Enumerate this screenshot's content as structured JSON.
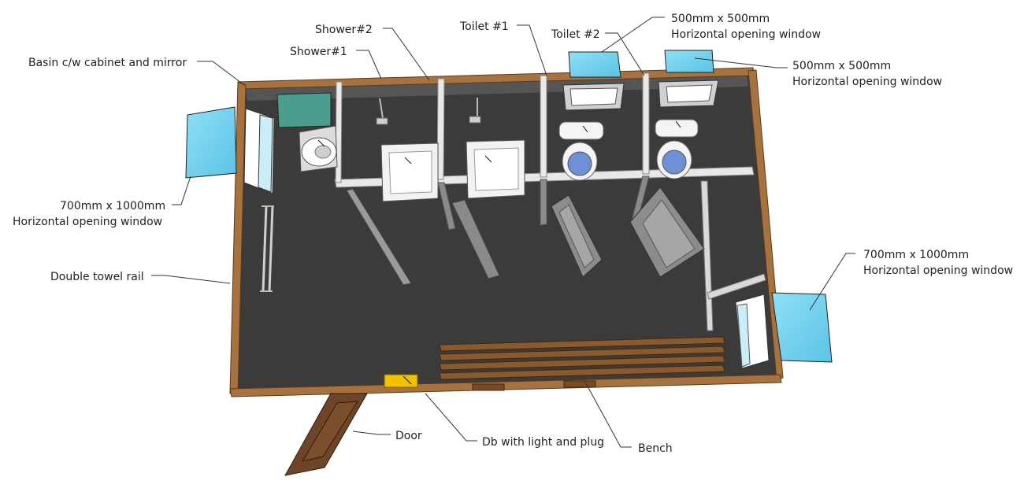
{
  "labels": {
    "basin": "Basin c/w cabinet and mirror",
    "shower2": "Shower#2",
    "shower1": "Shower#1",
    "toilet1": "Toilet #1",
    "toilet2": "Toilet #2",
    "window_top1_size": "500mm x 500mm",
    "window_top1_type": "Horizontal opening window",
    "window_top2_size": "500mm x 500mm",
    "window_top2_type": "Horizontal opening window",
    "window_left_size": "700mm x 1000mm",
    "window_left_type": "Horizontal opening window",
    "window_right_size": "700mm x 1000mm",
    "window_right_type": "Horizontal opening window",
    "towel_rail": "Double towel rail",
    "door": "Door",
    "db": "Db with light and plug",
    "bench": "Bench"
  },
  "colors": {
    "floor": "#3d3d3d",
    "wall_wood": "#a8723e",
    "partition": "#e6e6e6",
    "window_glass": "#7fd6f2",
    "door_wood": "#6e4526",
    "bench_wood": "#8a5a2e",
    "db_box": "#f2c200"
  }
}
